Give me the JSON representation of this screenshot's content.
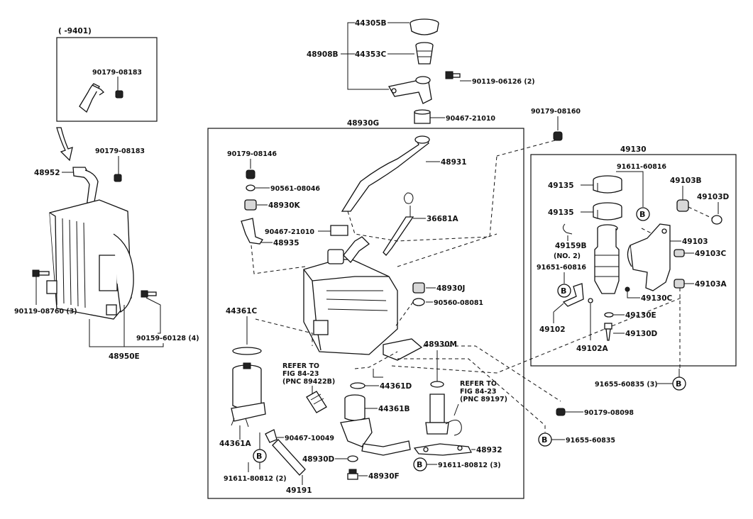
{
  "diagram": {
    "inset": {
      "date_range": "(      -9401)",
      "part_a": "90179-08183"
    },
    "left_group": {
      "p48952": "48952",
      "p90179_08183": "90179-08183",
      "p90119_08760": "90119-08760 (3)",
      "p90159_60128": "90159-60128 (4)",
      "p48950E": "48950E"
    },
    "top_group": {
      "p44305B": "44305B",
      "p48908B": "48908B",
      "p44353C": "44353C",
      "p90119_06126": "90119-06126 (2)",
      "p90467_21010": "90467-21010"
    },
    "center_group": {
      "p48930G": "48930G",
      "p90179_08160": "90179-08160",
      "p90179_08146": "90179-08146",
      "p48931": "48931",
      "p90561_08046": "90561-08046",
      "p48930K": "48930K",
      "p36681A": "36681A",
      "p90467_21010b": "90467-21010",
      "p48935": "48935",
      "p48930J": "48930J",
      "p90560_08081": "90560-08081",
      "p44361C": "44361C",
      "p48930M": "48930M",
      "refer1_a": "REFER TO",
      "refer1_b": "FIG 84-23",
      "refer1_c": "(PNC 89422B)",
      "p44361D": "44361D",
      "refer2_a": "REFER TO",
      "refer2_b": "FIG 84-23",
      "refer2_c": "(PNC 89197)",
      "p44361B": "44361B",
      "p44361A": "44361A",
      "p90467_10049": "90467-10049",
      "p48932": "48932",
      "p48930D": "48930D",
      "p91611_80812_3": "91611-80812 (3)",
      "p91611_80812_2": "91611-80812 (2)",
      "p48930F": "48930F",
      "p49191": "49191"
    },
    "right_group": {
      "p49130": "49130",
      "p91611_60816": "91611-60816",
      "p49135a": "49135",
      "p49103B": "49103B",
      "p49103D": "49103D",
      "p49135b": "49135",
      "p49103": "49103",
      "p49159B": "49159B",
      "p49159B_no": "(NO. 2)",
      "p49103C": "49103C",
      "p91651_60816": "91651-60816",
      "p49103A": "49103A",
      "p49130C": "49130C",
      "p49130E": "49130E",
      "p49102": "49102",
      "p49130D": "49130D",
      "p49102A": "49102A",
      "p91655_60835_3": "91655-60835 (3)",
      "p90179_08098": "90179-08098",
      "p91655_60835": "91655-60835"
    },
    "marks": {
      "b": "B"
    }
  }
}
